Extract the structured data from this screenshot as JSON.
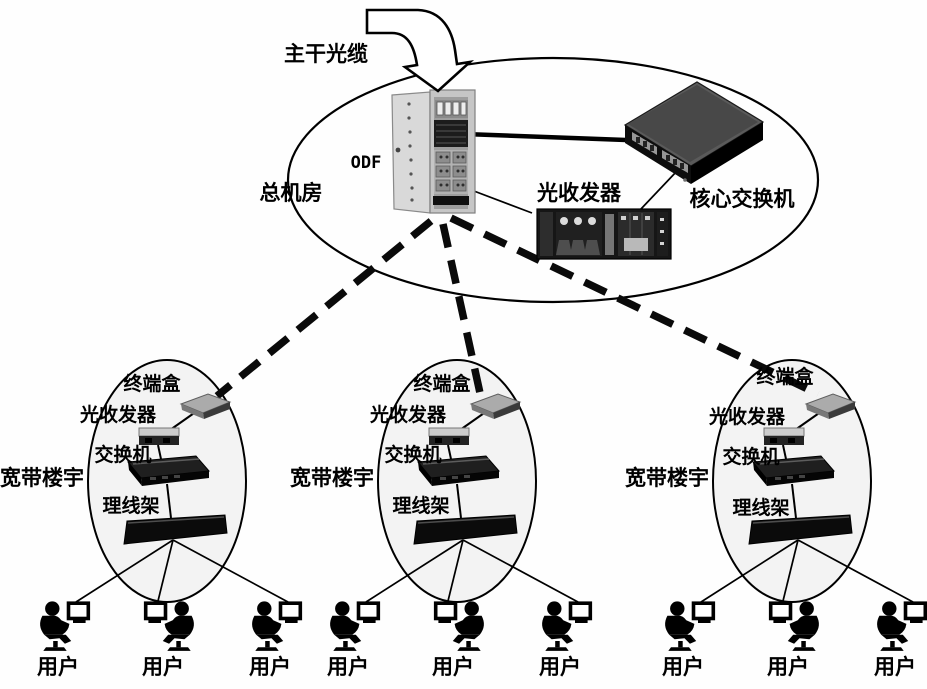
{
  "diagram": {
    "backbone_label": "主干光缆",
    "main_room": {
      "label": "总机房",
      "odf_label": "ODF",
      "transceiver_label": "光收发器",
      "core_switch_label": "核心交换机"
    },
    "buildings": [
      {
        "label": "宽带楼宇",
        "terminal_box_label": "终端盒",
        "transceiver_label": "光收发器",
        "switch_label": "交换机",
        "cable_rack_label": "理线架",
        "users": [
          "用户",
          "用户",
          "用户"
        ]
      },
      {
        "label": "宽带楼宇",
        "terminal_box_label": "终端盒",
        "transceiver_label": "光收发器",
        "switch_label": "交换机",
        "cable_rack_label": "理线架",
        "users": [
          "用户",
          "用户",
          "用户"
        ]
      },
      {
        "label": "宽带楼宇",
        "terminal_box_label": "终端盒",
        "transceiver_label": "光收发器",
        "switch_label": "交换机",
        "cable_rack_label": "理线架",
        "users": [
          "用户",
          "用户",
          "用户"
        ]
      }
    ]
  },
  "colors": {
    "ink": "#000000",
    "background": "#fefefe",
    "building_fill": "#f3f3f3",
    "cabinet_gray": "#c6c6c6",
    "device_dark": "#111111",
    "switch_top_gray": "#5a5a5a"
  }
}
